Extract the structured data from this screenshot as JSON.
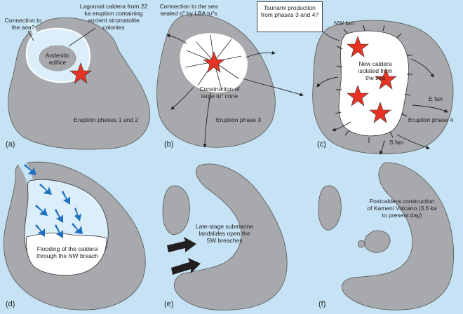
{
  "panels": {
    "a": {
      "label": "(a)",
      "connection_label": "Connection to the sea?",
      "caldera_label": "Lagoonal caldera from 22 ka eruption containing ancient stromatolite colonies",
      "edifice_label": "Andesitic edifice",
      "phase_label": "Eruption phases 1 and 2"
    },
    "b": {
      "label": "(b)",
      "sealed_label": "Connection to the sea sealed o\" by LBA tu\"s",
      "cone_label": "Construction of large tu\" cone",
      "phase_label": "Eruption phase 3"
    },
    "c": {
      "label": "(c)",
      "tsunami_label": "Tsunami production from phases 3 and 4?",
      "nw_fan": "NW fan",
      "new_caldera": "New caldera isolated from the sea",
      "e_fan": "E fan",
      "phase_label": "Eruption phase 4",
      "s_fan": "S fan"
    },
    "d": {
      "label": "(d)",
      "flooding_label": "Flooding of the caldera through the NW breach"
    },
    "e": {
      "label": "(e)",
      "landslide_label": "Late-stage submarine landslides open the SW breaches"
    },
    "f": {
      "label": "(f)",
      "postcaldera_label": "Postcaldera construction of Kameni Volcano (3.6 ka to present day)"
    }
  },
  "colors": {
    "sea": "#c6e3f5",
    "land": "#a7a9ac",
    "caldera_water": "#dbeef9",
    "caldera_floor": "#ffffff",
    "star": "#e63323",
    "flood_arrow": "#1f6fc0",
    "landslide_arrow": "#231f20"
  }
}
